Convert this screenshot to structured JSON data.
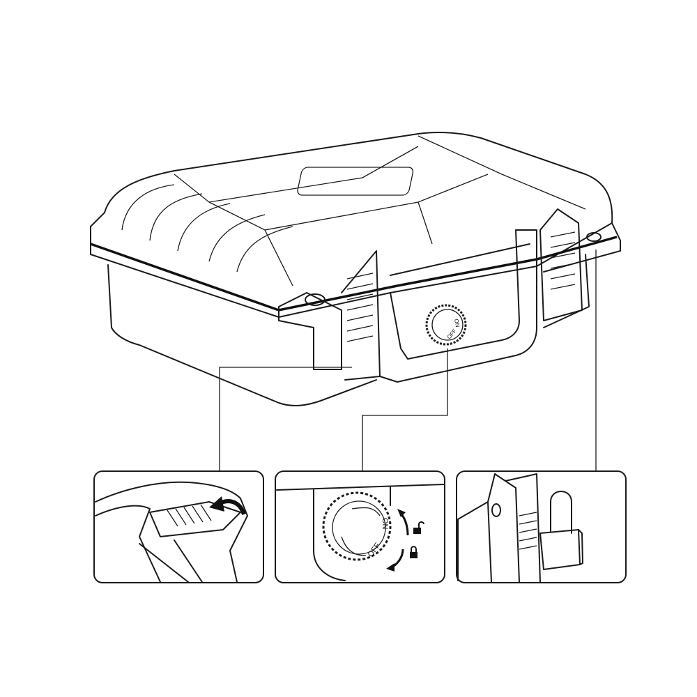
{
  "main_dial": {
    "on_label": "ON",
    "off_label": "OFF"
  },
  "inset_valve": {
    "on_label": "ON",
    "off_label": "OFF"
  },
  "colors": {
    "line": "#1a1a1a",
    "background": "#ffffff"
  }
}
